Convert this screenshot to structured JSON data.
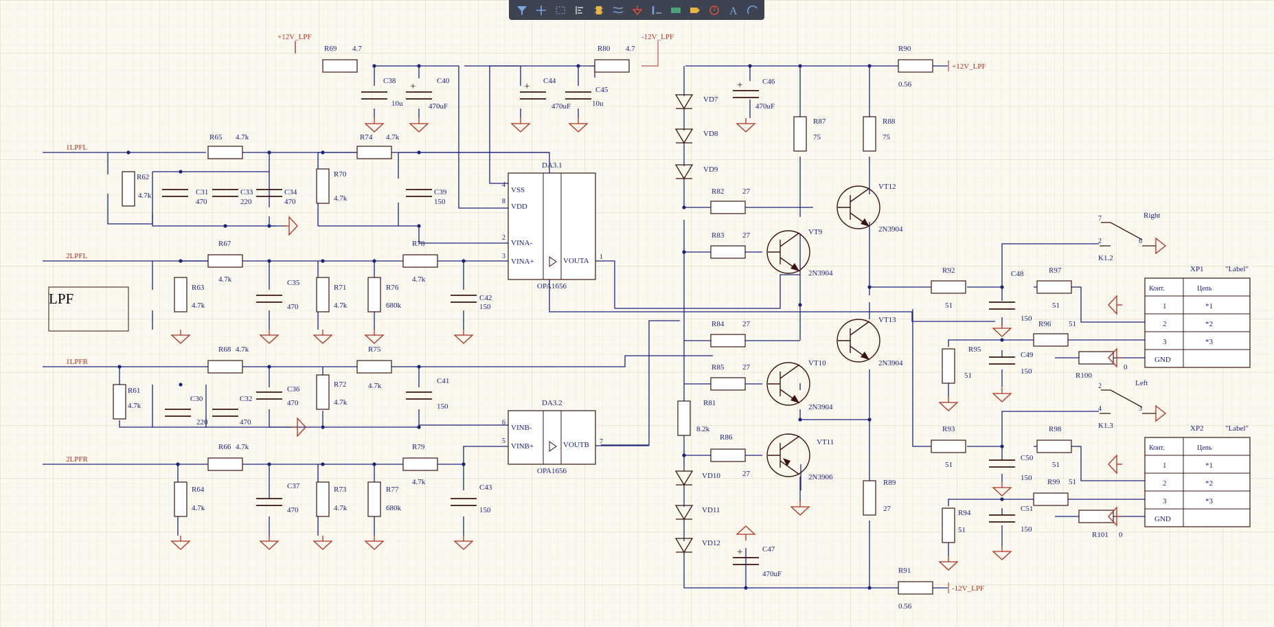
{
  "toolbar": {
    "items": [
      {
        "icon": "filter-icon"
      },
      {
        "icon": "crosshair-icon"
      },
      {
        "icon": "select-rect-icon"
      },
      {
        "icon": "align-icon"
      },
      {
        "icon": "component-icon"
      },
      {
        "icon": "wire-icon"
      },
      {
        "icon": "ground-icon"
      },
      {
        "icon": "bus-icon"
      },
      {
        "icon": "net-label-icon"
      },
      {
        "icon": "port-icon"
      },
      {
        "icon": "power-port-icon"
      },
      {
        "icon": "text-icon"
      },
      {
        "icon": "arc-icon"
      }
    ]
  },
  "colors": {
    "background": "#fbf9ef",
    "wire": "#1a237e",
    "component": "#3a1410",
    "power": "#b23020",
    "label": "#1a237e"
  },
  "schematic": {
    "nets": {
      "n1lpfl": "1LPFL",
      "n2lpfl": "2LPFL",
      "n1lpfr": "1LPFR",
      "n2lpfr": "2LPFR",
      "p12_a": "+12V_LPF",
      "m12_a": "-12V_LPF",
      "p12_b": "+12V_LPF",
      "m12_b": "-12V_LPF"
    },
    "block_label": "LPF",
    "resistors": [
      {
        "ref": "R69",
        "val": "4.7"
      },
      {
        "ref": "R80",
        "val": "4.7"
      },
      {
        "ref": "R90",
        "val": "0.56"
      },
      {
        "ref": "R65",
        "val": "4.7k"
      },
      {
        "ref": "R74",
        "val": "4.7k"
      },
      {
        "ref": "R62",
        "val": "4.7k"
      },
      {
        "ref": "R70",
        "val": "4.7k"
      },
      {
        "ref": "R67",
        "val": "4.7k"
      },
      {
        "ref": "R78",
        "val": "4.7k"
      },
      {
        "ref": "R63",
        "val": "4.7k"
      },
      {
        "ref": "R71",
        "val": "4.7k"
      },
      {
        "ref": "R76",
        "val": "680k"
      },
      {
        "ref": "R68",
        "val": "4.7k"
      },
      {
        "ref": "R75",
        "val": "4.7k"
      },
      {
        "ref": "R61",
        "val": "4.7k"
      },
      {
        "ref": "R72",
        "val": "4.7k"
      },
      {
        "ref": "R66",
        "val": "4.7k"
      },
      {
        "ref": "R79",
        "val": "4.7k"
      },
      {
        "ref": "R64",
        "val": "4.7k"
      },
      {
        "ref": "R73",
        "val": "4.7k"
      },
      {
        "ref": "R77",
        "val": "680k"
      },
      {
        "ref": "R87",
        "val": "75"
      },
      {
        "ref": "R88",
        "val": "75"
      },
      {
        "ref": "R82",
        "val": "27"
      },
      {
        "ref": "R83",
        "val": "27"
      },
      {
        "ref": "R84",
        "val": "27"
      },
      {
        "ref": "R85",
        "val": "27"
      },
      {
        "ref": "R86",
        "val": "27"
      },
      {
        "ref": "R81",
        "val": "8.2k"
      },
      {
        "ref": "R89",
        "val": "27"
      },
      {
        "ref": "R91",
        "val": "0.56"
      },
      {
        "ref": "R92",
        "val": "51"
      },
      {
        "ref": "R97",
        "val": "51"
      },
      {
        "ref": "R96",
        "val": "51"
      },
      {
        "ref": "R95",
        "val": "51"
      },
      {
        "ref": "R100",
        "val": "0"
      },
      {
        "ref": "R93",
        "val": "51"
      },
      {
        "ref": "R98",
        "val": "51"
      },
      {
        "ref": "R99",
        "val": "51"
      },
      {
        "ref": "R94",
        "val": "51"
      },
      {
        "ref": "R101",
        "val": "0"
      }
    ],
    "capacitors": [
      {
        "ref": "C38",
        "val": "10u"
      },
      {
        "ref": "C40",
        "val": "470uF"
      },
      {
        "ref": "C44",
        "val": "470uF"
      },
      {
        "ref": "C45",
        "val": "10u"
      },
      {
        "ref": "C46",
        "val": "470uF"
      },
      {
        "ref": "C31",
        "val": "470"
      },
      {
        "ref": "C33",
        "val": "220"
      },
      {
        "ref": "C34",
        "val": "470"
      },
      {
        "ref": "C39",
        "val": "150"
      },
      {
        "ref": "C35",
        "val": "470"
      },
      {
        "ref": "C42",
        "val": "150"
      },
      {
        "ref": "C30",
        "val": "220"
      },
      {
        "ref": "C32",
        "val": "470"
      },
      {
        "ref": "C36",
        "val": "470"
      },
      {
        "ref": "C41",
        "val": "150"
      },
      {
        "ref": "C37",
        "val": "470"
      },
      {
        "ref": "C43",
        "val": "150"
      },
      {
        "ref": "C47",
        "val": "470uF"
      },
      {
        "ref": "C48",
        "val": "150"
      },
      {
        "ref": "C49",
        "val": "150"
      },
      {
        "ref": "C50",
        "val": "150"
      },
      {
        "ref": "C51",
        "val": "150"
      }
    ],
    "diodes": [
      "VD7",
      "VD8",
      "VD9",
      "VD10",
      "VD11",
      "VD12"
    ],
    "transistors": [
      {
        "ref": "VT12",
        "part": "2N3904"
      },
      {
        "ref": "VT9",
        "part": "2N3904"
      },
      {
        "ref": "VT13",
        "part": "2N3904"
      },
      {
        "ref": "VT10",
        "part": "2N3904"
      },
      {
        "ref": "VT11",
        "part": "2N3906"
      }
    ],
    "opamps": [
      {
        "ref": "DA3.1",
        "part": "OPA1656",
        "pins": [
          "VSS",
          "VDD",
          "VINA-",
          "VINA+",
          "VOUTA"
        ],
        "pin_numbers": [
          "4",
          "8",
          "2",
          "3",
          "1"
        ]
      },
      {
        "ref": "DA3.2",
        "part": "OPA1656",
        "pins": [
          "VINB-",
          "VINB+",
          "VOUTB"
        ],
        "pin_numbers": [
          "6",
          "5",
          "7"
        ]
      }
    ],
    "relays": [
      {
        "ref": "K1.2",
        "label": "Right",
        "pins": [
          "7",
          "2",
          "6"
        ]
      },
      {
        "ref": "K1.3",
        "label": "Left",
        "pins": [
          "2",
          "4",
          "3"
        ]
      }
    ],
    "connectors": [
      {
        "ref": "XP1",
        "label": "\"Label\"",
        "headers": [
          "Конт.",
          "Цепь"
        ],
        "rows": [
          [
            "1",
            "*1"
          ],
          [
            "2",
            "*2"
          ],
          [
            "3",
            "*3"
          ],
          [
            "GND",
            ""
          ]
        ]
      },
      {
        "ref": "XP2",
        "label": "\"Label\"",
        "headers": [
          "Конт.",
          "Цепь"
        ],
        "rows": [
          [
            "1",
            "*1"
          ],
          [
            "2",
            "*2"
          ],
          [
            "3",
            "*3"
          ],
          [
            "GND",
            ""
          ]
        ]
      }
    ]
  }
}
